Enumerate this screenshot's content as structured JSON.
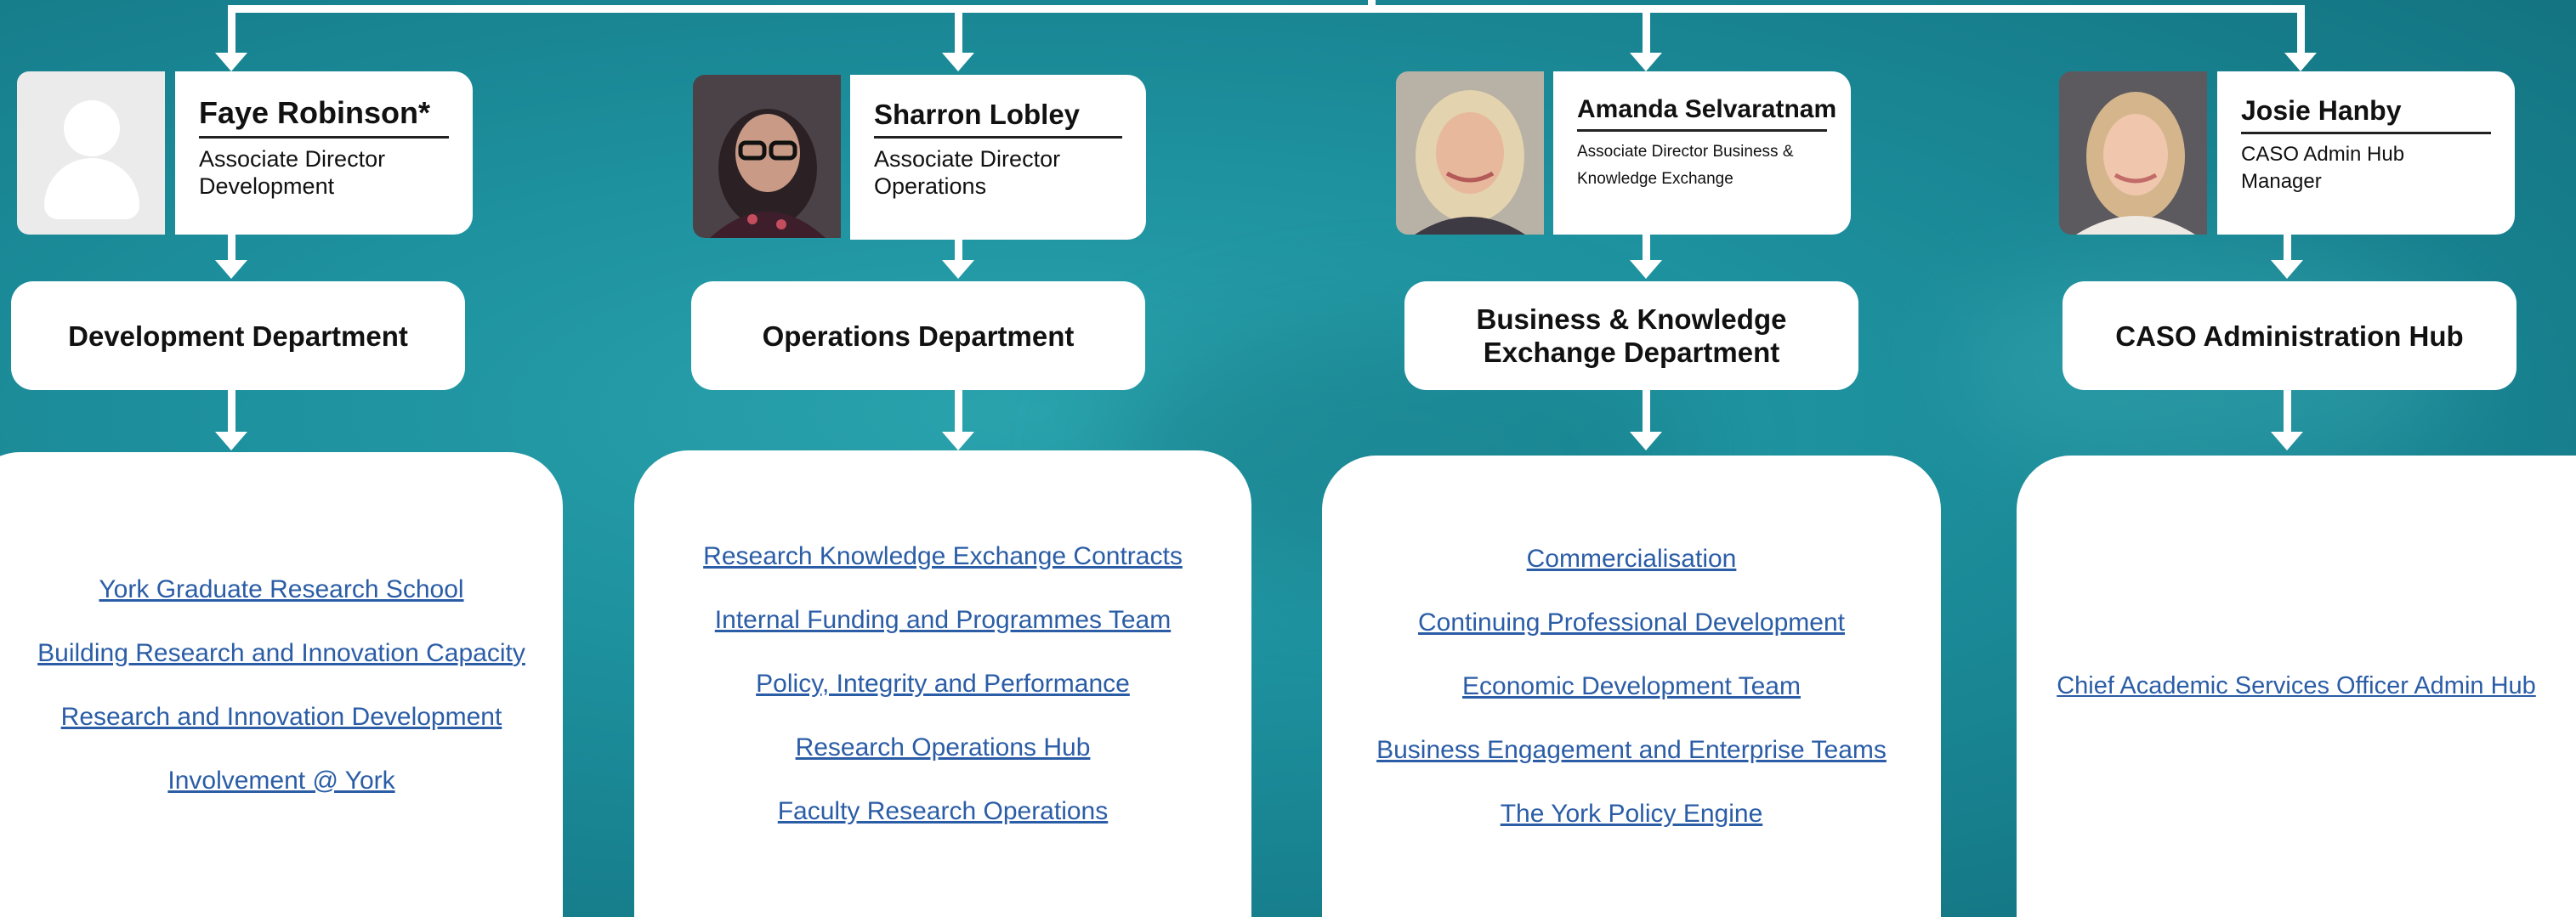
{
  "people": [
    {
      "name": "Faye Robinson*",
      "role_line1": "Associate Director",
      "role_line2": "Development",
      "photo": "default-avatar"
    },
    {
      "name": "Sharron Lobley",
      "role_line1": "Associate Director",
      "role_line2": "Operations",
      "photo": "portrait-dark-hair-glasses"
    },
    {
      "name": "Amanda Selvaratnam",
      "role_line1": "Associate Director Business &",
      "role_line2": "Knowledge Exchange",
      "photo": "portrait-blonde"
    },
    {
      "name": "Josie Hanby",
      "role_line1": "CASO Admin Hub",
      "role_line2": "Manager",
      "photo": "portrait-light-hair"
    }
  ],
  "departments": [
    {
      "line1": "Development Department",
      "line2": ""
    },
    {
      "line1": "Operations Department",
      "line2": ""
    },
    {
      "line1": "Business & Knowledge",
      "line2": "Exchange Department"
    },
    {
      "line1": "CASO Administration Hub",
      "line2": ""
    }
  ],
  "teams": [
    [
      "York Graduate Research School",
      "Building Research and Innovation Capacity",
      "Research and Innovation Development",
      "Involvement @ York"
    ],
    [
      "Research Knowledge Exchange Contracts",
      "Internal Funding and Programmes Team",
      "Policy, Integrity and Performance",
      "Research Operations Hub ",
      "Faculty Research Operations"
    ],
    [
      "Commercialisation",
      "Continuing Professional Development",
      "Economic Development Team ",
      "Business Engagement and Enterprise Teams",
      "The York Policy Engine"
    ],
    [
      "Chief Academic Services Officer Admin Hub"
    ]
  ],
  "colors": {
    "background": "#1e929f",
    "link": "#2b5da6",
    "card": "#ffffff"
  }
}
